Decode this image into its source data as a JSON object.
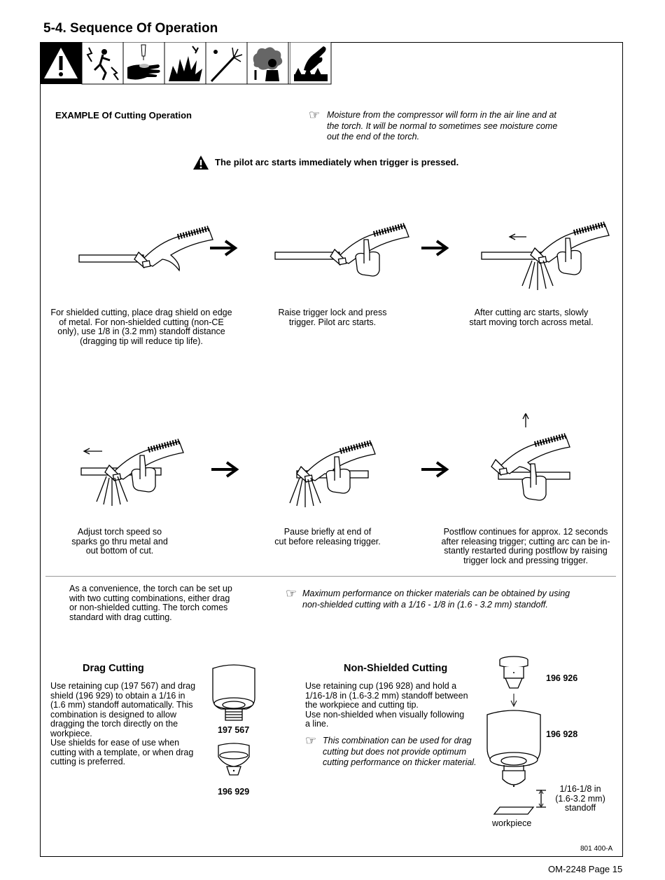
{
  "section_title": "5-4. Sequence Of Operation",
  "hazard_icons": [
    "warning-triangle-icon",
    "electric-shock-icon",
    "burned-hand-icon",
    "explosion-icon",
    "arc-spark-icon",
    "fumes-icon",
    "arc-rays-icon",
    "hot-parts-icon"
  ],
  "example_heading": "EXAMPLE Of Cutting Operation",
  "moisture_note": [
    "Moisture from the compressor will form in the air line and at",
    "the torch. It will be normal to sometimes see moisture come",
    "out the end of the torch."
  ],
  "pilot_warning": "The pilot arc starts immediately when trigger is pressed.",
  "steps": [
    {
      "caption": [
        "For shielded cutting, place drag shield on edge",
        "of metal. For non-shielded cutting (non-CE",
        "only), use 1/8 in (3.2 mm) standoff distance",
        "(dragging tip will reduce tip life)."
      ]
    },
    {
      "caption": [
        "Raise trigger lock and press",
        "trigger. Pilot arc starts."
      ]
    },
    {
      "caption": [
        "After cutting arc starts, slowly",
        "start moving torch across metal."
      ]
    },
    {
      "caption": [
        "Adjust torch speed so",
        "sparks go thru metal and",
        "out bottom of cut."
      ]
    },
    {
      "caption": [
        "Pause briefly at end of",
        "cut before releasing trigger."
      ]
    },
    {
      "caption": [
        "Postflow continues for approx. 12 seconds",
        "after releasing trigger; cutting arc can be in-",
        "stantly restarted during postflow by raising",
        "trigger lock and pressing trigger."
      ]
    }
  ],
  "convenience_text": [
    "As a convenience, the torch can be set up",
    "with two cutting combinations, either drag",
    "or non-shielded cutting. The torch comes",
    "standard with drag cutting."
  ],
  "performance_note": [
    "Maximum performance on thicker materials can be obtained by using",
    "non-shielded cutting with a 1/16 - 1/8 in (1.6 - 3.2 mm) standoff."
  ],
  "drag": {
    "heading": "Drag Cutting",
    "body": [
      "Use retaining cup (197 567) and drag",
      "shield (196 929) to obtain a 1/16 in",
      "(1.6 mm) standoff automatically. This",
      "combination is designed to allow",
      "dragging the torch directly on the",
      "workpiece.",
      "Use shields for ease of use when",
      "cutting with a template, or when drag",
      "cutting is preferred."
    ],
    "part_cup": "197 567",
    "part_shield": "196 929"
  },
  "nonshielded": {
    "heading": "Non-Shielded Cutting",
    "body": [
      "Use retaining cup (196 928) and hold a",
      "1/16-1/8 in (1.6-3.2 mm) standoff between",
      "the workpiece and cutting tip.",
      "Use non-shielded when visually following",
      "a line."
    ],
    "note": [
      "This combination can be used for drag",
      "cutting but does not provide optimum",
      "cutting performance on thicker material."
    ],
    "part_top": "196 926",
    "part_cup": "196 928",
    "standoff": [
      "1/16-1/8 in",
      "(1.6-3.2 mm)",
      "standoff"
    ],
    "workpiece": "workpiece"
  },
  "figure_ref": "801 400-A",
  "page_footer": "OM-2248 Page 15"
}
